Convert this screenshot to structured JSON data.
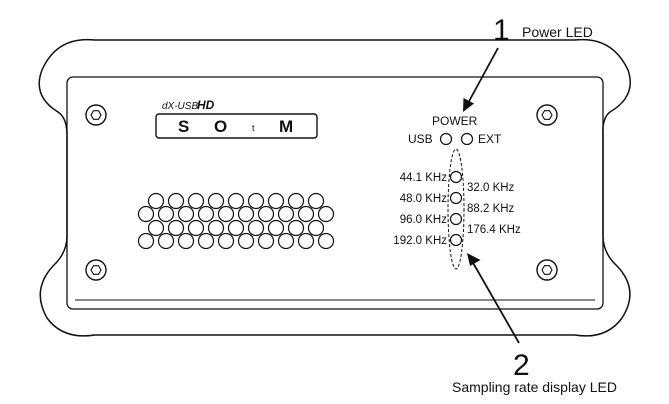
{
  "callouts": {
    "power": {
      "number": "1",
      "label": "Power LED"
    },
    "sampling": {
      "number": "2",
      "label": "Sampling rate display LED"
    }
  },
  "brand": {
    "model": "dX-USB",
    "model_suffix": "HD",
    "logo_letters": [
      "S",
      "O",
      "t",
      "M"
    ]
  },
  "power": {
    "title": "POWER",
    "usb_label": "USB",
    "ext_label": "EXT"
  },
  "sample_rates": {
    "left": [
      "44.1 KHz",
      "48.0 KHz",
      "96.0 KHz",
      "192.0 KHz"
    ],
    "right": [
      "32.0 KHz",
      "88.2 KHz",
      "176.4 KHz"
    ]
  },
  "colors": {
    "line": "#111111",
    "background": "#ffffff"
  }
}
